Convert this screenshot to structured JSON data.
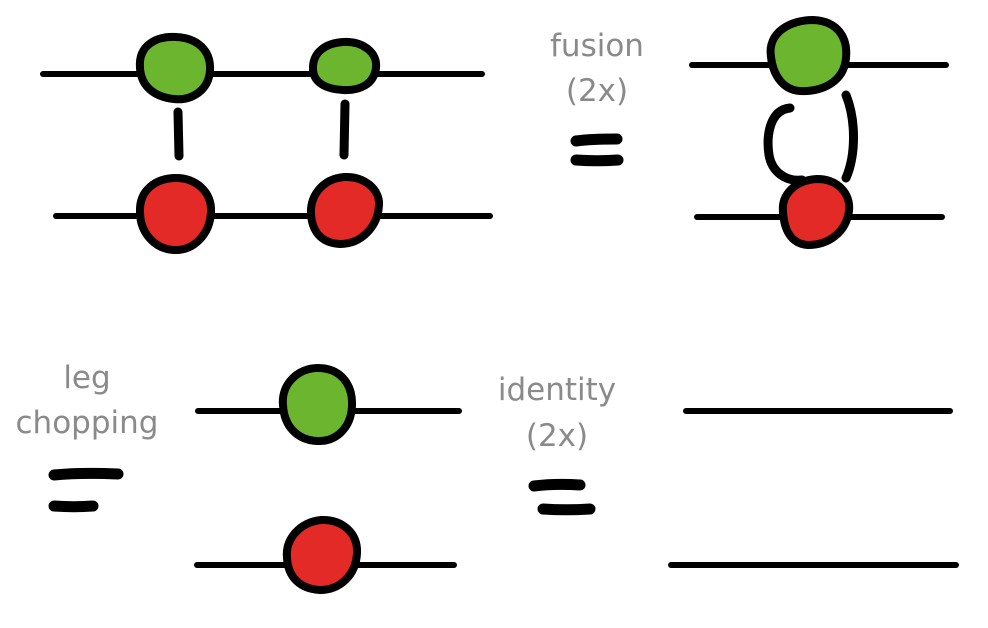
{
  "labels": {
    "fusion_line1": "fusion",
    "fusion_line2": "(2x)",
    "leg_line1": "leg",
    "leg_line2": "chopping",
    "identity_line1": "identity",
    "identity_line2": "(2x)"
  },
  "colors": {
    "green_spider": "#6cb52e",
    "red_spider": "#e32a26",
    "label_text": "#8a8a8a",
    "wire": "#000000"
  }
}
